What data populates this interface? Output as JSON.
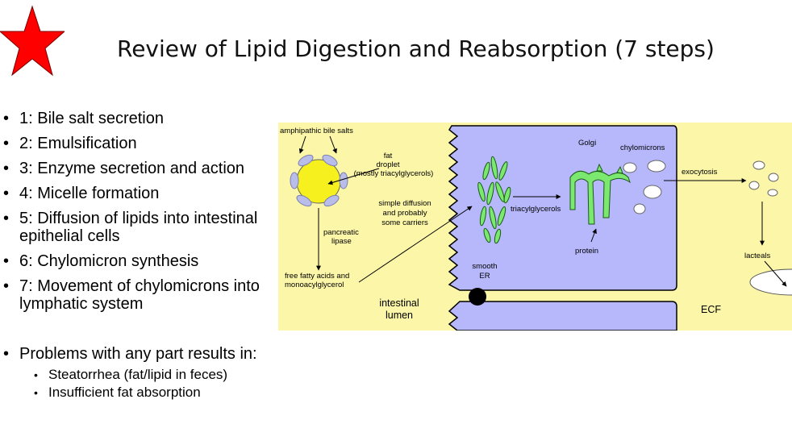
{
  "slide": {
    "title": "Review of Lipid Digestion and Reabsorption (7 steps)"
  },
  "steps": [
    "1: Bile salt secretion",
    "2: Emulsification",
    "3: Enzyme secretion and action",
    "4: Micelle formation",
    "5: Diffusion of lipids into intestinal epithelial cells",
    "6: Chylomicron synthesis",
    "7: Movement of chylomicrons into lymphatic system"
  ],
  "problems": {
    "heading": "Problems with any part results in:",
    "items": [
      "Steatorrhea (fat/lipid in feces)",
      "Insufficient fat absorption"
    ]
  },
  "diagram": {
    "labels": {
      "bile_salts": "amphipathic bile salts",
      "fat_1": "fat",
      "fat_2": "droplet",
      "fat_3": "(mostly triacylglycerols)",
      "lipase_1": "pancreatic",
      "lipase_2": "lipase",
      "ffa_1": "free fatty acids and",
      "ffa_2": "monoacylglycerol",
      "diffusion_1": "simple diffusion",
      "diffusion_2": "and probably",
      "diffusion_3": "some carriers",
      "lumen_1": "intestinal",
      "lumen_2": "lumen",
      "golgi": "Golgi",
      "chylomicrons": "chylomicrons",
      "triacylglycerols": "triacylglycerols",
      "protein": "protein",
      "smooth_er_1": "smooth",
      "smooth_er_2": "ER",
      "exocytosis": "exocytosis",
      "lacteals": "lacteals",
      "ecf": "ECF"
    },
    "colors": {
      "background": "#fbf6a8",
      "cell": "#b6b8fb",
      "fat_droplet": "#f5f01e",
      "bile_salt": "#b9bdea",
      "organelle": "#7be86f",
      "junction": "#000000"
    }
  }
}
